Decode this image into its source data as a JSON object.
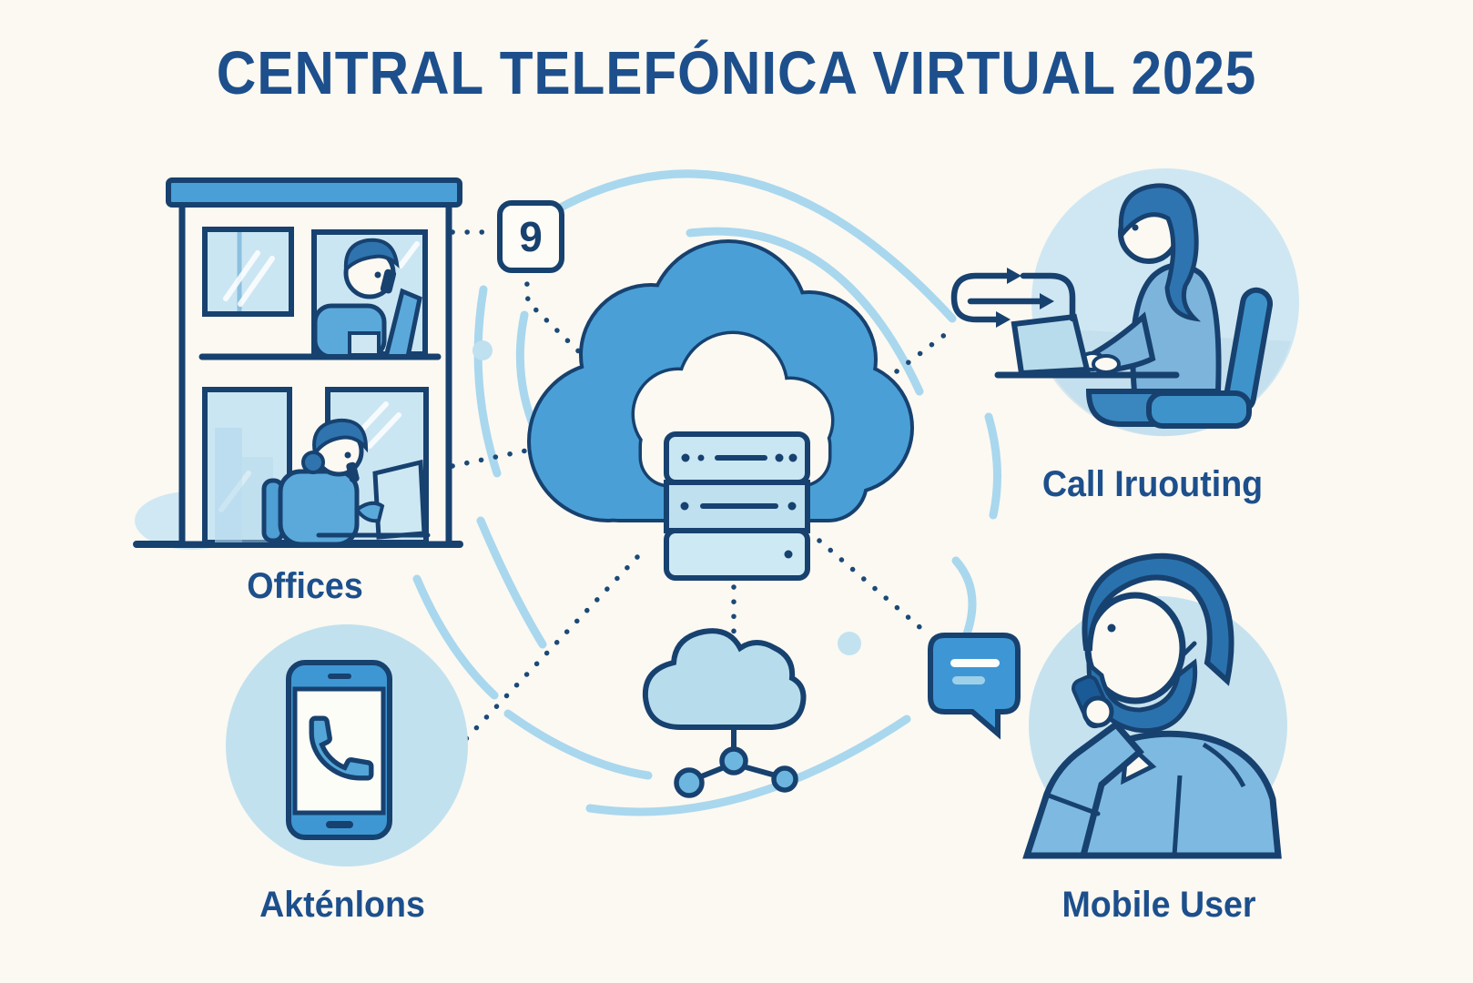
{
  "title": "CENTRAL TELEFÓNICA VIRTUAL 2025",
  "extension_badge": {
    "number": "9"
  },
  "labels": {
    "offices": "Offices",
    "extensions": "Akténlons",
    "call_routing": "Call Iruouting",
    "mobile_user": "Mobile User"
  },
  "icons": {
    "office_building": "office-building-icon",
    "extension_badge": "extension-number-badge",
    "cloud_server": "cloud-server-icon",
    "network_cloud": "small-cloud-network-icon",
    "smartphone_call": "smartphone-call-icon",
    "speech_bubble": "speech-bubble-icon",
    "loop_arrow": "call-routing-loop-arrow-icon",
    "woman_at_laptop": "woman-at-laptop-illustration",
    "man_on_phone": "man-on-phone-illustration"
  },
  "colors": {
    "background": "#fbf9f2",
    "outline_navy": "#17416f",
    "heading_navy": "#1d4f8c",
    "primary_blue": "#4aa0d6",
    "shirt_blue": "#7eb9e2",
    "pale_blue": "#c9e5f2",
    "arc_blue": "#a9d7ee",
    "bubble_blue": "#3e97d4"
  }
}
